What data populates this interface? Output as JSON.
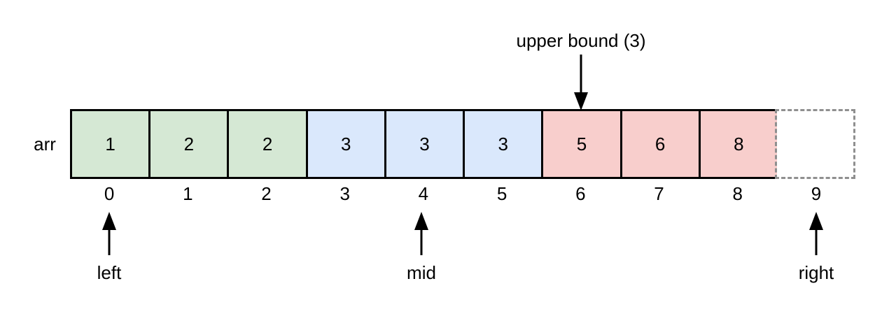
{
  "diagram": {
    "array_label": "arr",
    "annotation": {
      "label": "upper bound (3)",
      "points_to_index": 6
    },
    "cells": [
      {
        "value": "1",
        "index": "0",
        "color": "green"
      },
      {
        "value": "2",
        "index": "1",
        "color": "green"
      },
      {
        "value": "2",
        "index": "2",
        "color": "green"
      },
      {
        "value": "3",
        "index": "3",
        "color": "blue"
      },
      {
        "value": "3",
        "index": "4",
        "color": "blue"
      },
      {
        "value": "3",
        "index": "5",
        "color": "blue"
      },
      {
        "value": "5",
        "index": "6",
        "color": "red"
      },
      {
        "value": "6",
        "index": "7",
        "color": "red"
      },
      {
        "value": "8",
        "index": "8",
        "color": "red"
      },
      {
        "value": "",
        "index": "9",
        "color": "empty"
      }
    ],
    "pointers": [
      {
        "label": "left",
        "at_index": 0
      },
      {
        "label": "mid",
        "at_index": 4
      },
      {
        "label": "right",
        "at_index": 9
      }
    ],
    "colors": {
      "green": "#d5e8d4",
      "blue": "#dae8fc",
      "red": "#f8cecc",
      "border": "#000000",
      "dashed": "#8f8f8f"
    }
  }
}
